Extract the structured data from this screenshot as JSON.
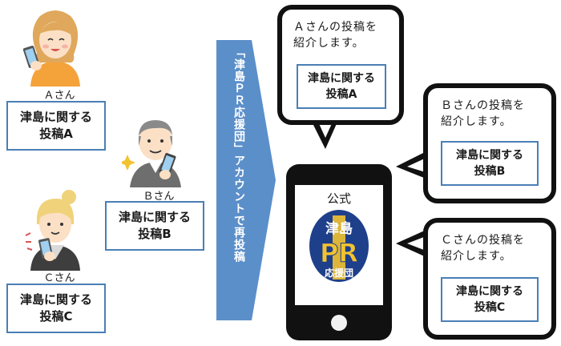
{
  "users": [
    {
      "label": "Ａさん",
      "post_line1": "津島に関する",
      "post_line2": "投稿A"
    },
    {
      "label": "Ｂさん",
      "post_line1": "津島に関する",
      "post_line2": "投稿B"
    },
    {
      "label": "Ｃさん",
      "post_line1": "津島に関する",
      "post_line2": "投稿C"
    }
  ],
  "arrow_label": "「津島ＰＲ応援団」アカウントで再投稿",
  "phone": {
    "label": "公式",
    "logo_top": "津島",
    "logo_mid": "PR",
    "logo_bottom": "応援団"
  },
  "bubbles": [
    {
      "line1": "Ａさんの投稿を",
      "line2": "紹介します。",
      "post_line1": "津島に関する",
      "post_line2": "投稿A"
    },
    {
      "line1": "Ｂさんの投稿を",
      "line2": "紹介します。",
      "post_line1": "津島に関する",
      "post_line2": "投稿B"
    },
    {
      "line1": "Ｃさんの投稿を",
      "line2": "紹介します。",
      "post_line1": "津島に関する",
      "post_line2": "投稿C"
    }
  ],
  "colors": {
    "accent": "#4a7fb5",
    "arrow": "#5b8fc9",
    "logo_bg": "#1e3f8a",
    "logo_gold": "#f2c230"
  }
}
